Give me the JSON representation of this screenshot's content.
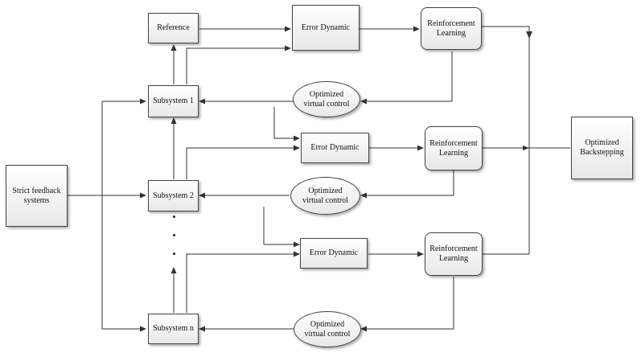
{
  "nodes": {
    "reference": "Reference",
    "error_dynamic_1": "Error Dynamic",
    "error_dynamic_2": "Error Dynamic",
    "error_dynamic_3": "Error Dynamic",
    "rl_1": "Reinforcement\nLearning",
    "rl_2": "Reinforcement\nLearning",
    "rl_3": "Reinforcement\nLearning",
    "subsystem_1": "Subsystem 1",
    "subsystem_2": "Subsystem 2",
    "subsystem_n": "Subsystem n",
    "ovc_1": "Optimized\nvirtual control",
    "ovc_2": "Optimized\nvirtual control",
    "ovc_3": "Optimized\nvirtual control",
    "strict_feedback": "Strict feedback\nsystems",
    "optimized_backstepping": "Optimized\nBackstepping"
  }
}
